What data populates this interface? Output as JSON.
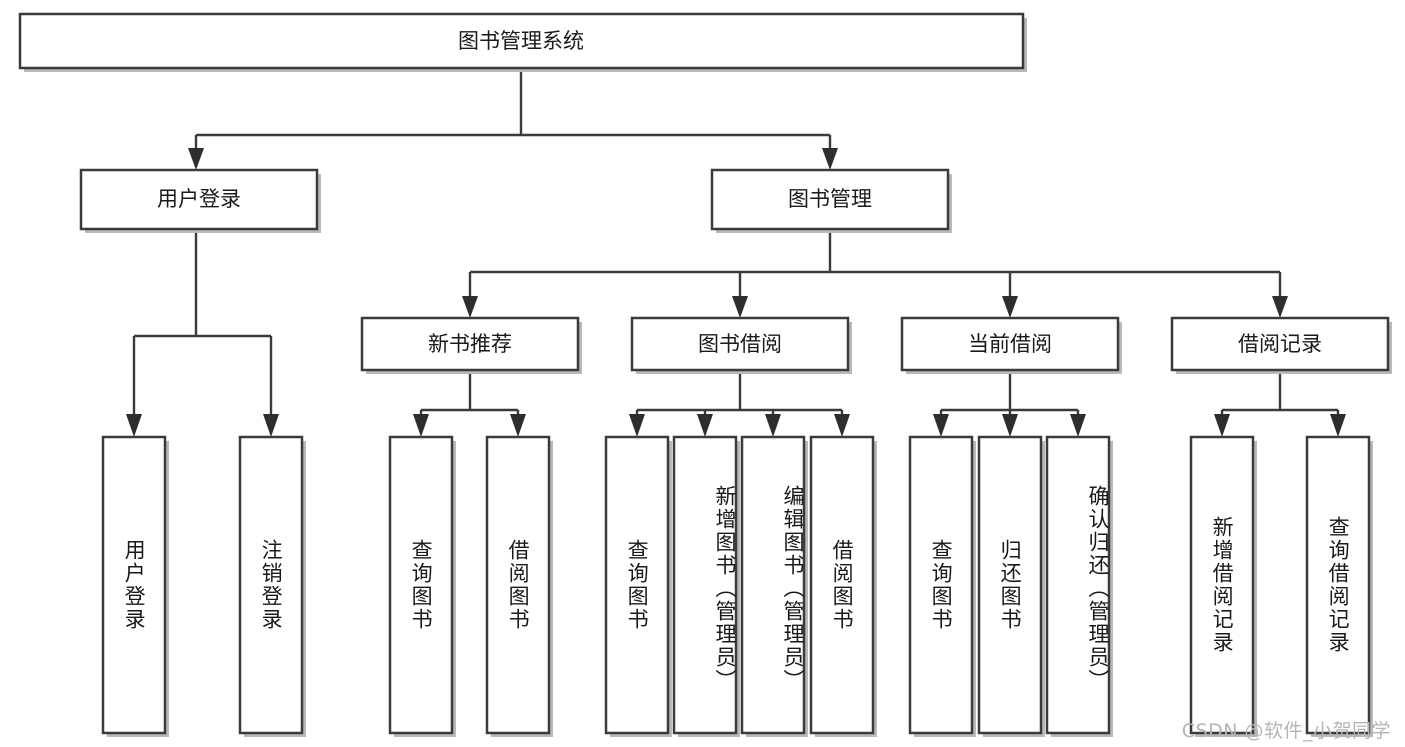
{
  "diagram": {
    "type": "tree",
    "title": "图书管理系统",
    "orientation": "top-down",
    "root": {
      "id": "root",
      "label": "图书管理系统",
      "level": 0
    },
    "level2": [
      {
        "id": "user-login",
        "label": "用户登录"
      },
      {
        "id": "book-manage",
        "label": "图书管理"
      }
    ],
    "level3": [
      {
        "id": "new-book-rec",
        "label": "新书推荐",
        "parent": "book-manage"
      },
      {
        "id": "book-borrow",
        "label": "图书借阅",
        "parent": "book-manage"
      },
      {
        "id": "current-borrow",
        "label": "当前借阅",
        "parent": "book-manage"
      },
      {
        "id": "borrow-record",
        "label": "借阅记录",
        "parent": "book-manage"
      }
    ],
    "leaves": [
      {
        "id": "leaf-user-login",
        "label": "用户登录",
        "parent": "user-login"
      },
      {
        "id": "leaf-logout",
        "label": "注销登录",
        "parent": "user-login"
      },
      {
        "id": "leaf-query-book-1",
        "label": "查询图书",
        "parent": "new-book-rec"
      },
      {
        "id": "leaf-borrow-book-1",
        "label": "借阅图书",
        "parent": "new-book-rec"
      },
      {
        "id": "leaf-query-book-2",
        "label": "查询图书",
        "parent": "book-borrow"
      },
      {
        "id": "leaf-add-book",
        "label": "新增图书（管理员）",
        "parent": "book-borrow"
      },
      {
        "id": "leaf-edit-book",
        "label": "编辑图书（管理员）",
        "parent": "book-borrow"
      },
      {
        "id": "leaf-borrow-book-2",
        "label": "借阅图书",
        "parent": "book-borrow"
      },
      {
        "id": "leaf-query-book-3",
        "label": "查询图书",
        "parent": "current-borrow"
      },
      {
        "id": "leaf-return-book",
        "label": "归还图书",
        "parent": "current-borrow"
      },
      {
        "id": "leaf-confirm-return",
        "label": "确认归还（管理员）",
        "parent": "current-borrow"
      },
      {
        "id": "leaf-add-record",
        "label": "新增借阅记录",
        "parent": "borrow-record"
      },
      {
        "id": "leaf-query-record",
        "label": "查询借阅记录",
        "parent": "borrow-record"
      }
    ]
  },
  "watermark": {
    "text": "CSDN @软件_小贺同学"
  },
  "colors": {
    "stroke": "#3b3b3b",
    "fill": "#ffffff",
    "text": "#1a1a1a",
    "shadow": "#b9b9b9",
    "watermark": "#b5b5b5",
    "background": "#ffffff"
  }
}
